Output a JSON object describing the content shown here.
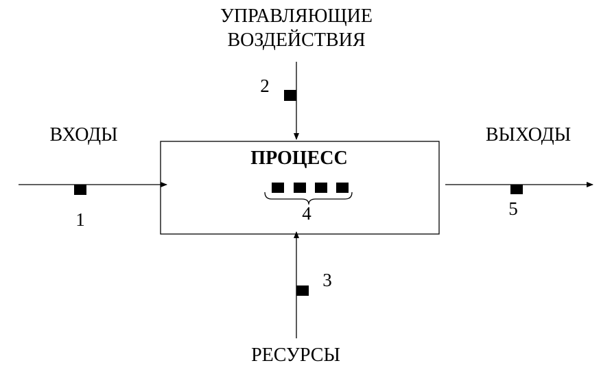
{
  "diagram": {
    "labels": {
      "control_line1": "УПРАВЛЯЮЩИЕ",
      "control_line2": "ВОЗДЕЙСТВИЯ",
      "inputs": "ВХОДЫ",
      "outputs": "ВЫХОДЫ",
      "resources": "РЕСУРСЫ",
      "process": "ПРОЦЕСС"
    },
    "markers": {
      "input": "1",
      "control": "2",
      "resource": "3",
      "internal": "4",
      "output": "5"
    },
    "colors": {
      "stroke": "#000000",
      "background": "#ffffff"
    }
  }
}
